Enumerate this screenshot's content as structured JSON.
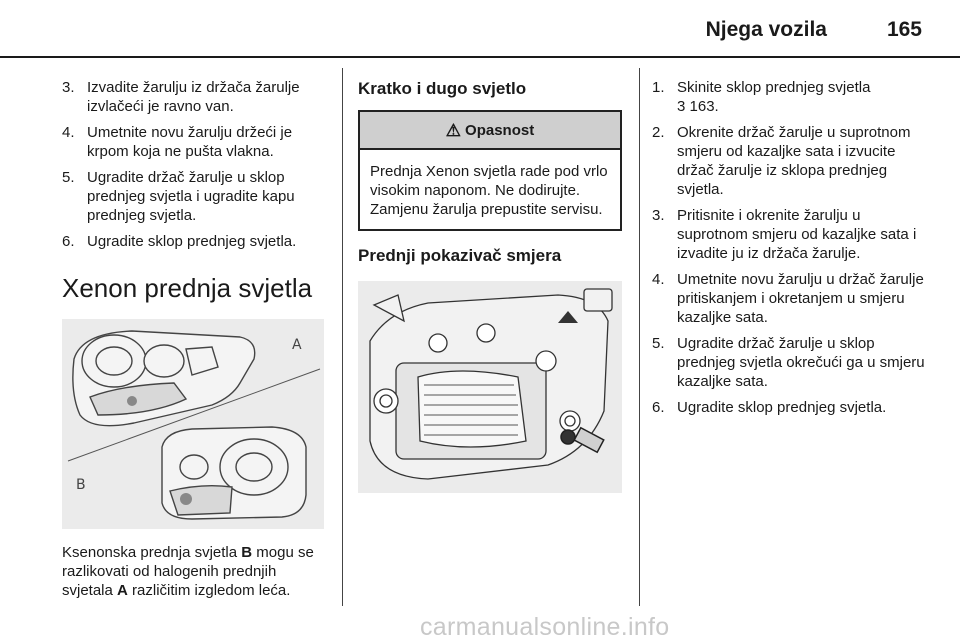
{
  "header": {
    "title": "Njega vozila",
    "page_number": "165"
  },
  "col1": {
    "steps": [
      {
        "num": "3.",
        "text": "Izvadite žarulju iz držača žarulje izvlačeći je ravno van."
      },
      {
        "num": "4.",
        "text": "Umetnite novu žarulju držeći je krpom koja ne pušta vlakna."
      },
      {
        "num": "5.",
        "text": "Ugradite držač žarulje u sklop prednjeg svjetla i ugradite kapu prednjeg svjetla."
      },
      {
        "num": "6.",
        "text": "Ugradite sklop prednjeg svjetla."
      }
    ],
    "heading": "Xenon prednja svjetla",
    "figure_labels": {
      "a": "A",
      "b": "B"
    },
    "caption": {
      "part1": "Ksenonska prednja svjetla ",
      "bold1": "B",
      "part2": " mogu se razlikovati od halogenih prednjih svjetala ",
      "bold2": "A",
      "part3": " različitim izgledom leća."
    }
  },
  "col2": {
    "heading": "Kratko i dugo svjetlo",
    "danger": {
      "icon": "warning-triangle-icon",
      "title": "Opasnost",
      "text": "Prednja Xenon svjetla rade pod vrlo visokim naponom. Ne dodirujte. Zamjenu žarulja prepustite servisu."
    },
    "heading2": "Prednji pokazivač smjera"
  },
  "col3": {
    "steps": [
      {
        "num": "1.",
        "text": "Skinite sklop prednjeg svjetla",
        "ref": "3 163."
      },
      {
        "num": "2.",
        "text": "Okrenite držač žarulje u suprotnom smjeru od kazaljke sata i izvucite držač žarulje iz sklopa prednjeg svjetla."
      },
      {
        "num": "3.",
        "text": "Pritisnite i okrenite žarulju u suprotnom smjeru od kazaljke sata i izvadite ju iz držača žarulje."
      },
      {
        "num": "4.",
        "text": "Umetnite novu žarulju u držač žarulje pritiskanjem i okretanjem u smjeru kazaljke sata."
      },
      {
        "num": "5.",
        "text": "Ugradite držač žarulje u sklop prednjeg svjetla okrečući ga u smjeru kazaljke sata."
      },
      {
        "num": "6.",
        "text": "Ugradite sklop prednjeg svjetla."
      }
    ]
  },
  "watermark": "carmanualsonline.info"
}
